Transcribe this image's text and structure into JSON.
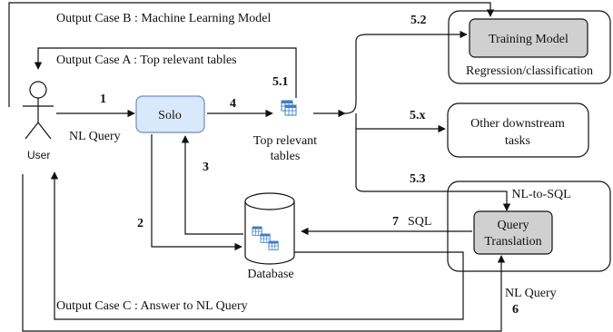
{
  "labels": {
    "case_b": "Output Case B : Machine Learning Model",
    "case_a": "Output Case A : Top relevant tables",
    "case_c": "Output Case C : Answer  to NL Query",
    "user": "User",
    "nl_query_left": "NL Query",
    "solo": "Solo",
    "top_tables_line1": "Top relevant",
    "top_tables_line2": "tables",
    "database": "Database",
    "training_model": "Training Model",
    "regression": "Regression/classification",
    "other_line1": "Other downstream",
    "other_line2": "tasks",
    "nl_to_sql": "NL-to-SQL",
    "query_line1": "Query",
    "query_line2": "Translation",
    "sql": "SQL",
    "nl_query_right": "NL Query"
  },
  "steps": {
    "s1": "1",
    "s2": "2",
    "s3": "3",
    "s4": "4",
    "s5_1": "5.1",
    "s5_2": "5.2",
    "s5_x": "5.x",
    "s5_3": "5.3",
    "s6": "6",
    "s7": "7"
  },
  "colors": {
    "solo_fill": "#dae8fc",
    "solo_stroke": "#6c8ebf",
    "gray_fill": "#d0d0d0",
    "db_icon": "#3f7fc2"
  }
}
